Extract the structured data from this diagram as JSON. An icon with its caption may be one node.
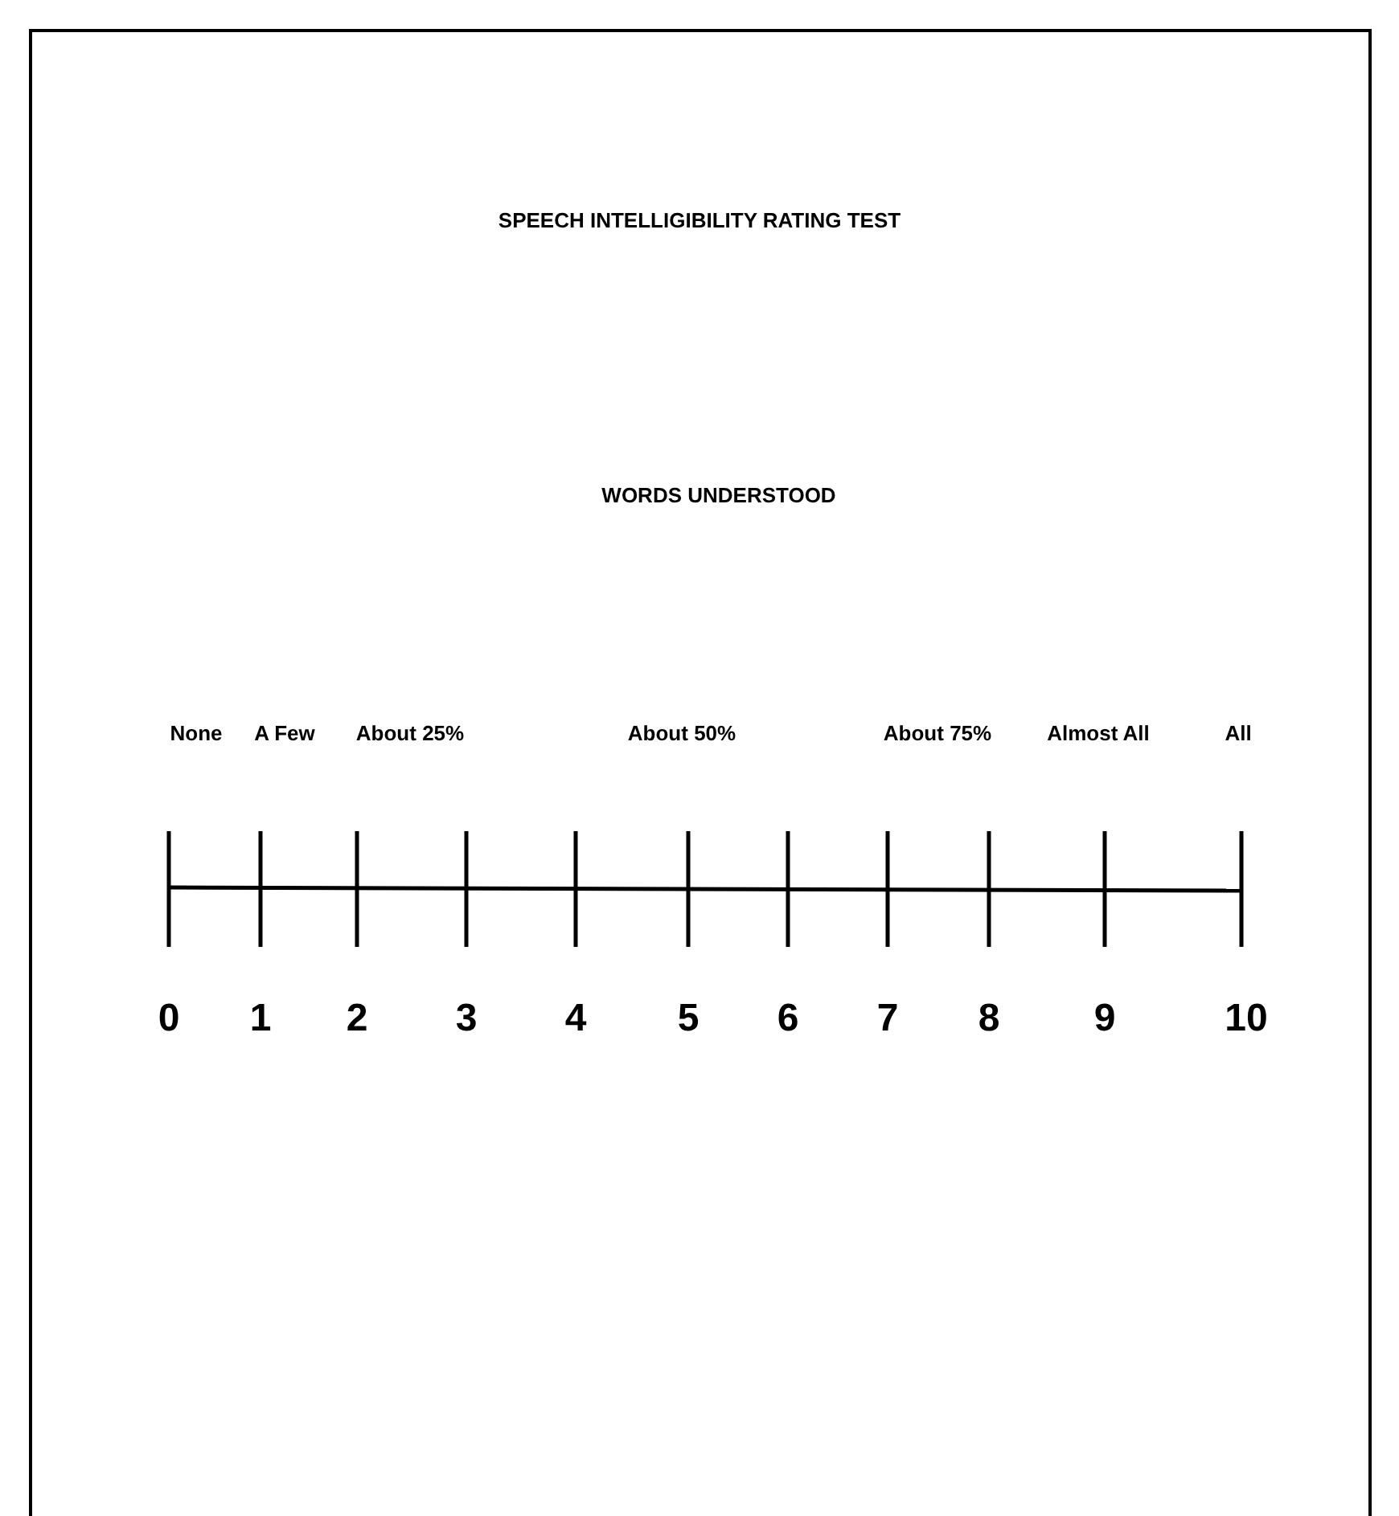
{
  "diagram": {
    "title": "SPEECH INTELLIGIBILITY RATING TEST",
    "labels": [
      "WORDS UNDERSTOOD",
      "None",
      "A Few",
      "About 25%",
      "About 50%",
      "About 75%",
      "Almost All",
      "All",
      "0",
      "1",
      "2",
      "3",
      "4",
      "5",
      "6",
      "7",
      "8",
      "9",
      "10"
    ]
  }
}
